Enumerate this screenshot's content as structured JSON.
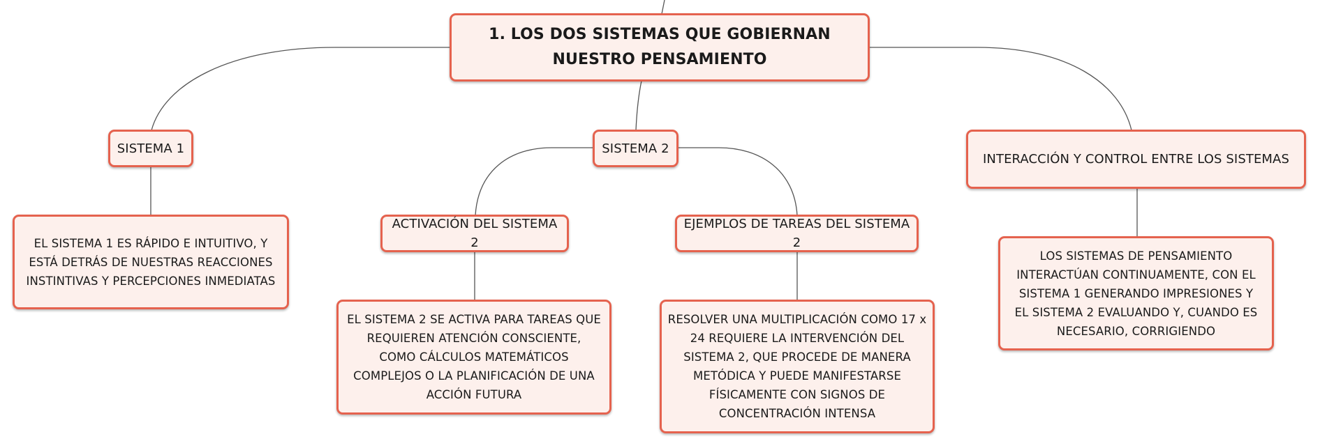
{
  "colors": {
    "node_border": "#e5624e",
    "node_fill": "#fdf0ec",
    "connector": "#555555",
    "text": "#1a1a1a"
  },
  "nodes": {
    "root": "1. LOS DOS SISTEMAS QUE GOBIERNAN NUESTRO PENSAMIENTO",
    "sistema1": "SISTEMA 1",
    "sistema2": "SISTEMA 2",
    "interaccion": "INTERACCIÓN Y CONTROL ENTRE LOS SISTEMAS",
    "sistema1_desc": "EL SISTEMA 1 ES RÁPIDO E INTUITIVO, Y ESTÁ DETRÁS DE NUESTRAS REACCIONES INSTINTIVAS Y PERCEPCIONES INMEDIATAS",
    "activacion": "ACTIVACIÓN DEL SISTEMA 2",
    "ejemplos": "EJEMPLOS DE TAREAS DEL SISTEMA 2",
    "activacion_desc": "EL SISTEMA 2 SE ACTIVA PARA TAREAS QUE REQUIEREN ATENCIÓN CONSCIENTE, COMO CÁLCULOS MATEMÁTICOS COMPLEJOS O LA PLANIFICACIÓN DE UNA ACCIÓN FUTURA",
    "ejemplos_desc": "RESOLVER UNA MULTIPLICACIÓN COMO 17 x 24 REQUIERE LA INTERVENCIÓN DEL SISTEMA 2, QUE PROCEDE DE MANERA METÓDICA Y PUEDE MANIFESTARSE FÍSICAMENTE CON SIGNOS DE CONCENTRACIÓN INTENSA",
    "interaccion_desc": "LOS SISTEMAS DE PENSAMIENTO INTERACTÚAN CONTINUAMENTE, CON EL SISTEMA 1 GENERANDO IMPRESIONES Y EL SISTEMA 2 EVALUANDO Y, CUANDO ES NECESARIO, CORRIGIENDO"
  }
}
